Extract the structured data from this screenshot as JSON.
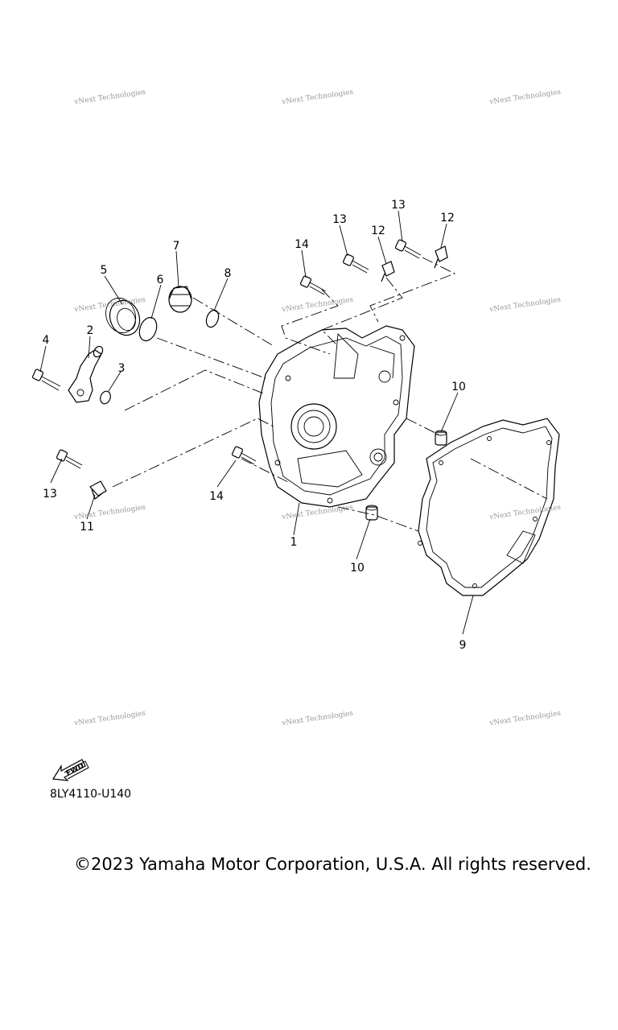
{
  "watermark_text": "vNext Technologies",
  "callouts": [
    "1",
    "2",
    "3",
    "4",
    "5",
    "6",
    "7",
    "8",
    "9",
    "10",
    "10",
    "11",
    "12",
    "12",
    "13",
    "13",
    "13",
    "14",
    "14"
  ],
  "fwd_label": "FWD",
  "diagram_code": "8LY4110-U140",
  "copyright": "©2023 Yamaha Motor Corporation, U.S.A. All rights reserved."
}
